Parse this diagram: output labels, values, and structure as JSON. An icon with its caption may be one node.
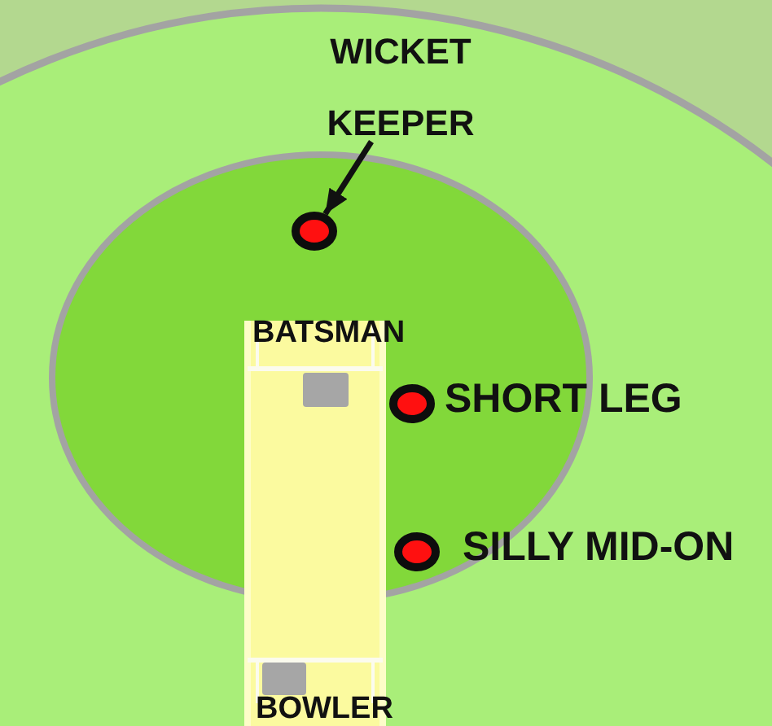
{
  "diagram": {
    "nodes": [
      {
        "text": [
          "WICKET KEEPER"
        ]
      },
      {
        "text": [],
        "shape": "circle"
      },
      {
        "text": [],
        "shape": "box",
        "beside": [
          "BATSMAN"
        ]
      },
      {
        "text": [],
        "shape": "circle",
        "beside": [
          "SHORT LEG"
        ]
      },
      {
        "text": [],
        "shape": "circle",
        "beside": [
          "SILLY MID-ON"
        ]
      },
      {
        "text": [],
        "shape": "box",
        "beside": [
          "BOWLER"
        ]
      }
    ],
    "edges": [
      {
        "from": 0,
        "to": 1,
        "arrow": "to"
      }
    ]
  }
}
